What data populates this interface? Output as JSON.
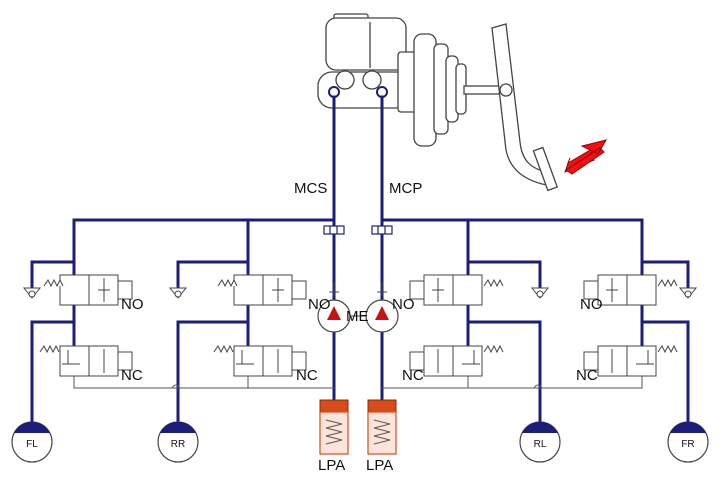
{
  "colors": {
    "pipe": "#1c1e7a",
    "outline": "#555555",
    "wheel_cap": "#1c1e7a",
    "lpa_top": "#d94b1a",
    "lpa_body": "#e9734a",
    "pump_arrow": "#cc1111",
    "pedal_arrow": "#ee1111"
  },
  "circuits": {
    "secondary_label": "MCS",
    "primary_label": "MCP"
  },
  "valves": {
    "normally_open": "NO",
    "normally_closed": "NC"
  },
  "pump": {
    "motor_label": "ME"
  },
  "accumulators": [
    {
      "label": "LPA"
    },
    {
      "label": "LPA"
    }
  ],
  "wheels": [
    {
      "label": "FL"
    },
    {
      "label": "RR"
    },
    {
      "label": "RL"
    },
    {
      "label": "FR"
    }
  ],
  "icons": {
    "pedal_force": "red-arrow-icon",
    "check_valve": "check-valve-icon",
    "spring": "spring-icon",
    "solenoid": "solenoid-icon"
  }
}
